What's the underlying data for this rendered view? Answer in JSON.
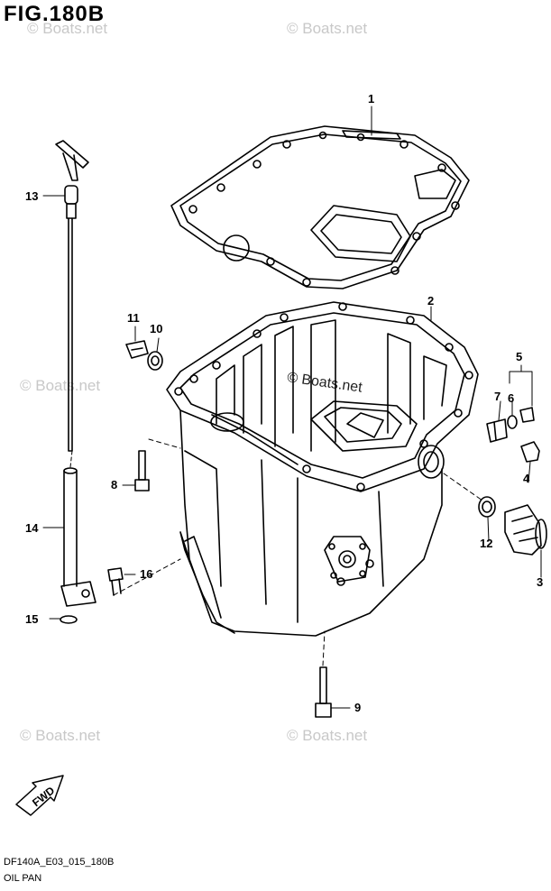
{
  "figure_title": "FIG.180B",
  "footer": {
    "code": "DF140A_E03_015_180B",
    "name": "OIL PAN"
  },
  "watermark_text": "© Boats.net",
  "callouts": [
    {
      "id": "1",
      "label": "1"
    },
    {
      "id": "2",
      "label": "2"
    },
    {
      "id": "3",
      "label": "3"
    },
    {
      "id": "4",
      "label": "4"
    },
    {
      "id": "5",
      "label": "5"
    },
    {
      "id": "6",
      "label": "6"
    },
    {
      "id": "7",
      "label": "7"
    },
    {
      "id": "8",
      "label": "8"
    },
    {
      "id": "9",
      "label": "9"
    },
    {
      "id": "10",
      "label": "10"
    },
    {
      "id": "11",
      "label": "11"
    },
    {
      "id": "12",
      "label": "12"
    },
    {
      "id": "13",
      "label": "13"
    },
    {
      "id": "14",
      "label": "14"
    },
    {
      "id": "15",
      "label": "15"
    },
    {
      "id": "16",
      "label": "16"
    }
  ],
  "fwd_label": "FWD"
}
